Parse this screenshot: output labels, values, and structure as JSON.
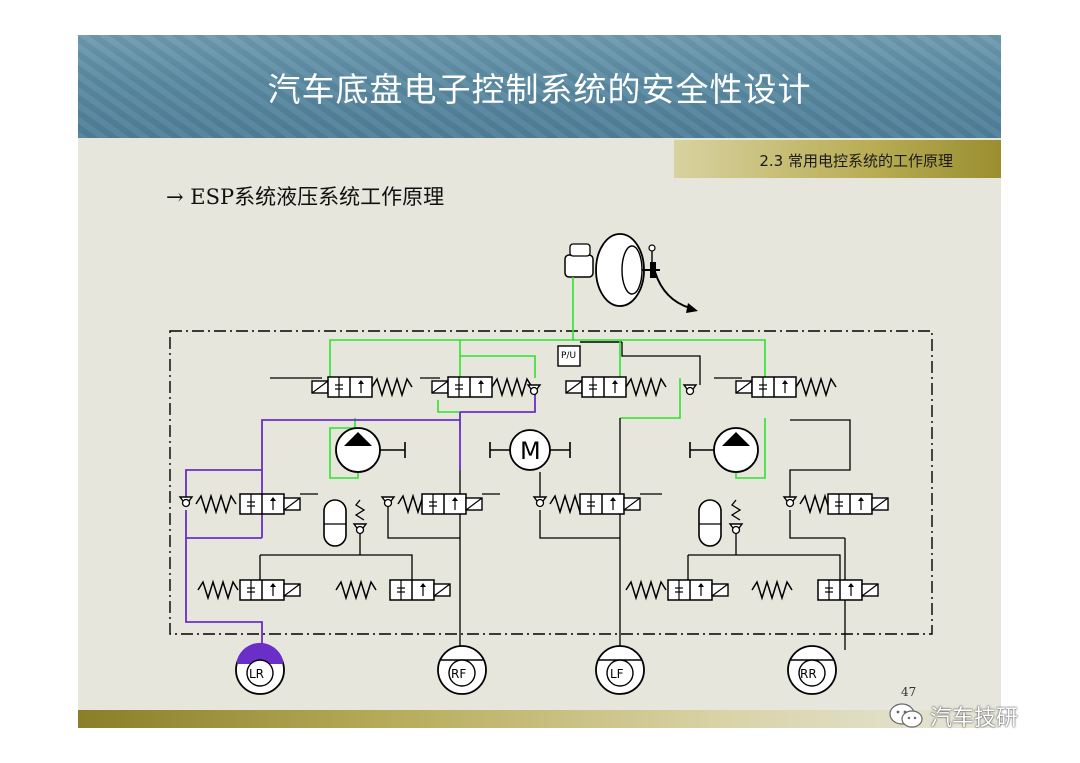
{
  "slide": {
    "title": "汽车底盘电子控制系统的安全性设计",
    "section": "2.3 常用电控系统的工作原理",
    "subtitle": "→ ESP系统液压系统工作原理",
    "page_number": "47"
  },
  "diagram": {
    "motor_label": "M",
    "sensor_label": "P/U",
    "wheels": [
      {
        "id": "LR",
        "label": "LR",
        "color": "#6a2fc9"
      },
      {
        "id": "RF",
        "label": "RF",
        "color": "#ffffff"
      },
      {
        "id": "LF",
        "label": "LF",
        "color": "#ffffff"
      },
      {
        "id": "RR",
        "label": "RR",
        "color": "#ffffff"
      }
    ],
    "line_colors": {
      "supply": "#2fe22f",
      "active": "#6a2fc9",
      "idle": "#000000"
    }
  },
  "watermark": {
    "text": "汽车技研",
    "icon": "wechat-icon"
  }
}
